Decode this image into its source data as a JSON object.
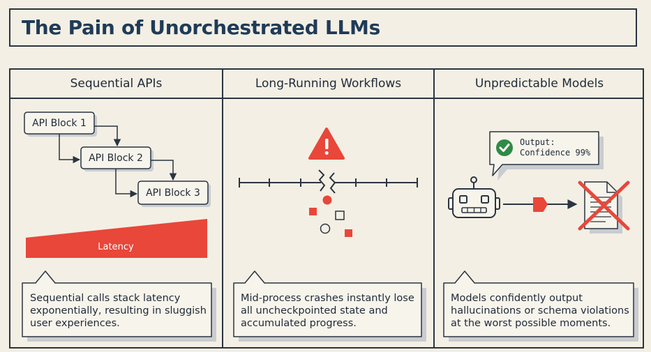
{
  "title": "The Pain of Unorchestrated LLMs",
  "columns": [
    {
      "heading": "Sequential APIs",
      "blocks": [
        "API Block 1",
        "API Block 2",
        "API Block 3"
      ],
      "latency_label": "Latency",
      "caption": "Sequential calls stack latency exponentially, resulting in sluggish user experiences."
    },
    {
      "heading": "Long-Running Workflows",
      "caption": "Mid-process crashes instantly lose all uncheckpointed state and accumulated progress."
    },
    {
      "heading": "Unpredictable Models",
      "bubble_line1": "Output:",
      "bubble_line2": "Confidence 99%",
      "caption": "Models confidently output hallucinations or schema violations at the worst possible moments."
    }
  ],
  "colors": {
    "accent_red": "#e8473a",
    "dark": "#2b3440",
    "title_blue": "#1f3b57",
    "check_green": "#2e8b45",
    "background": "#f3efe4"
  },
  "icons": [
    "warning-icon",
    "check-icon",
    "robot-icon",
    "document-icon",
    "cross-icon"
  ]
}
